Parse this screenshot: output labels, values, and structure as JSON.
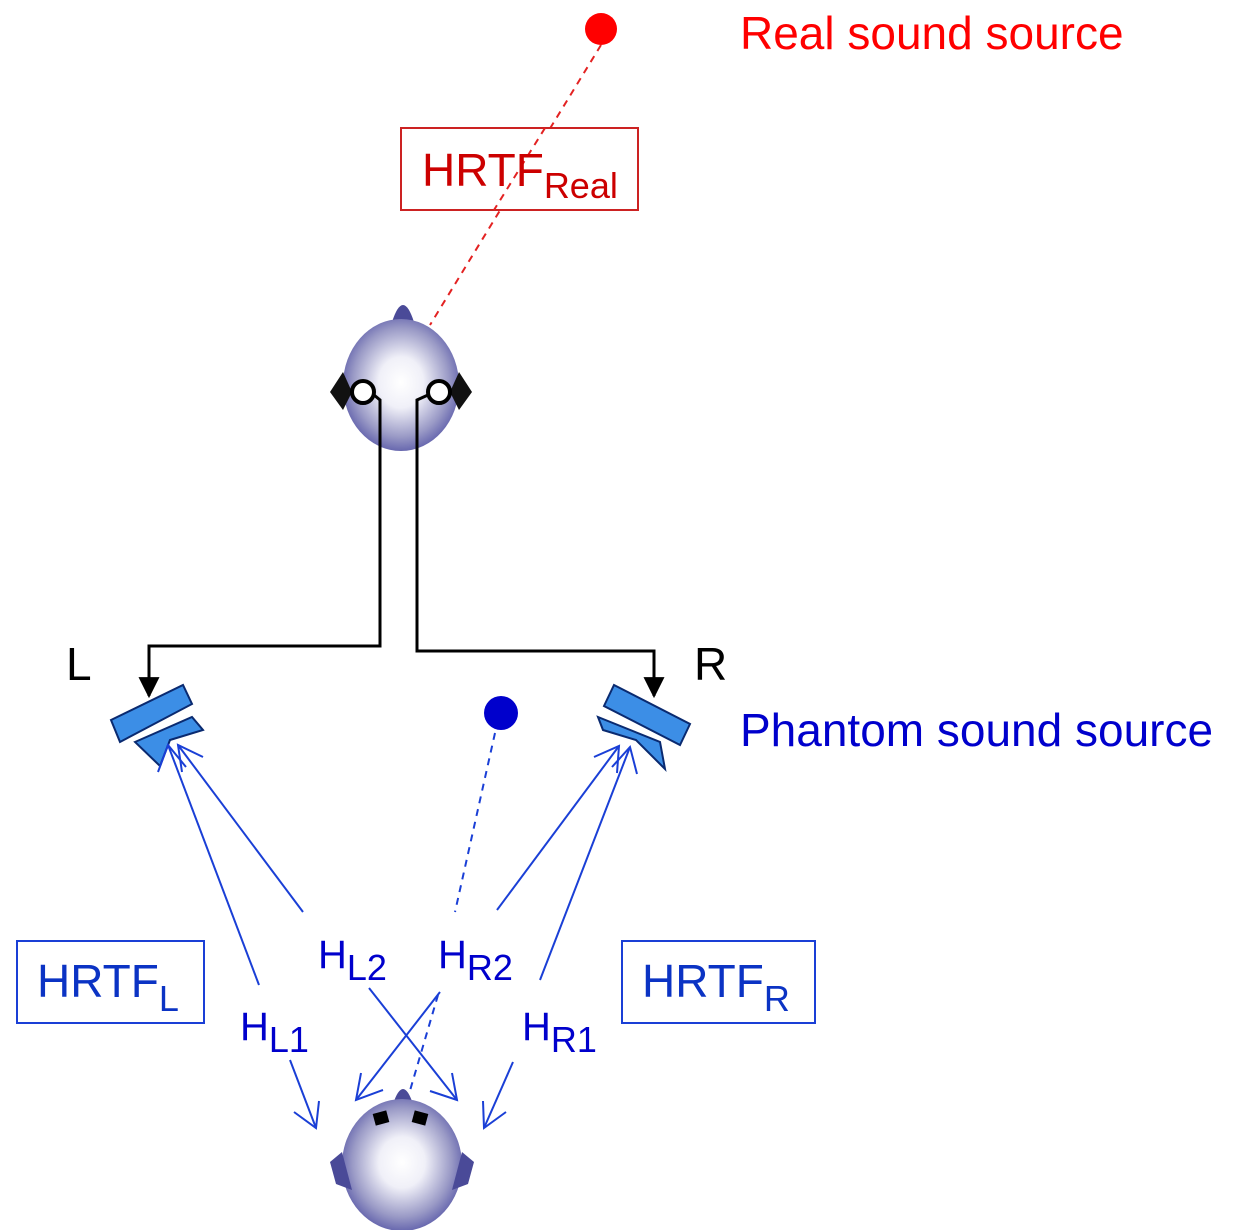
{
  "real_source": {
    "label": "Real sound source",
    "color": "#ff0000"
  },
  "phantom_source": {
    "label": "Phantom sound source",
    "color": "#0000cc"
  },
  "hrtf_real": {
    "main": "HRTF",
    "sub": "Real"
  },
  "hrtf_left": {
    "main": "HRTF",
    "sub": "L"
  },
  "hrtf_right": {
    "main": "HRTF",
    "sub": "R"
  },
  "speaker_left_label": "L",
  "speaker_right_label": "R",
  "paths": {
    "hl1": {
      "main": "H",
      "sub": "L1"
    },
    "hl2": {
      "main": "H",
      "sub": "L2"
    },
    "hr2": {
      "main": "H",
      "sub": "R2"
    },
    "hr1": {
      "main": "H",
      "sub": "R1"
    }
  },
  "colors": {
    "path_blue": "#1a3fd6",
    "speaker_fill": "#3c8ee6",
    "head_dark": "#4a4a98",
    "box_red": "#cc2222",
    "box_blue": "#1a3fd6"
  }
}
